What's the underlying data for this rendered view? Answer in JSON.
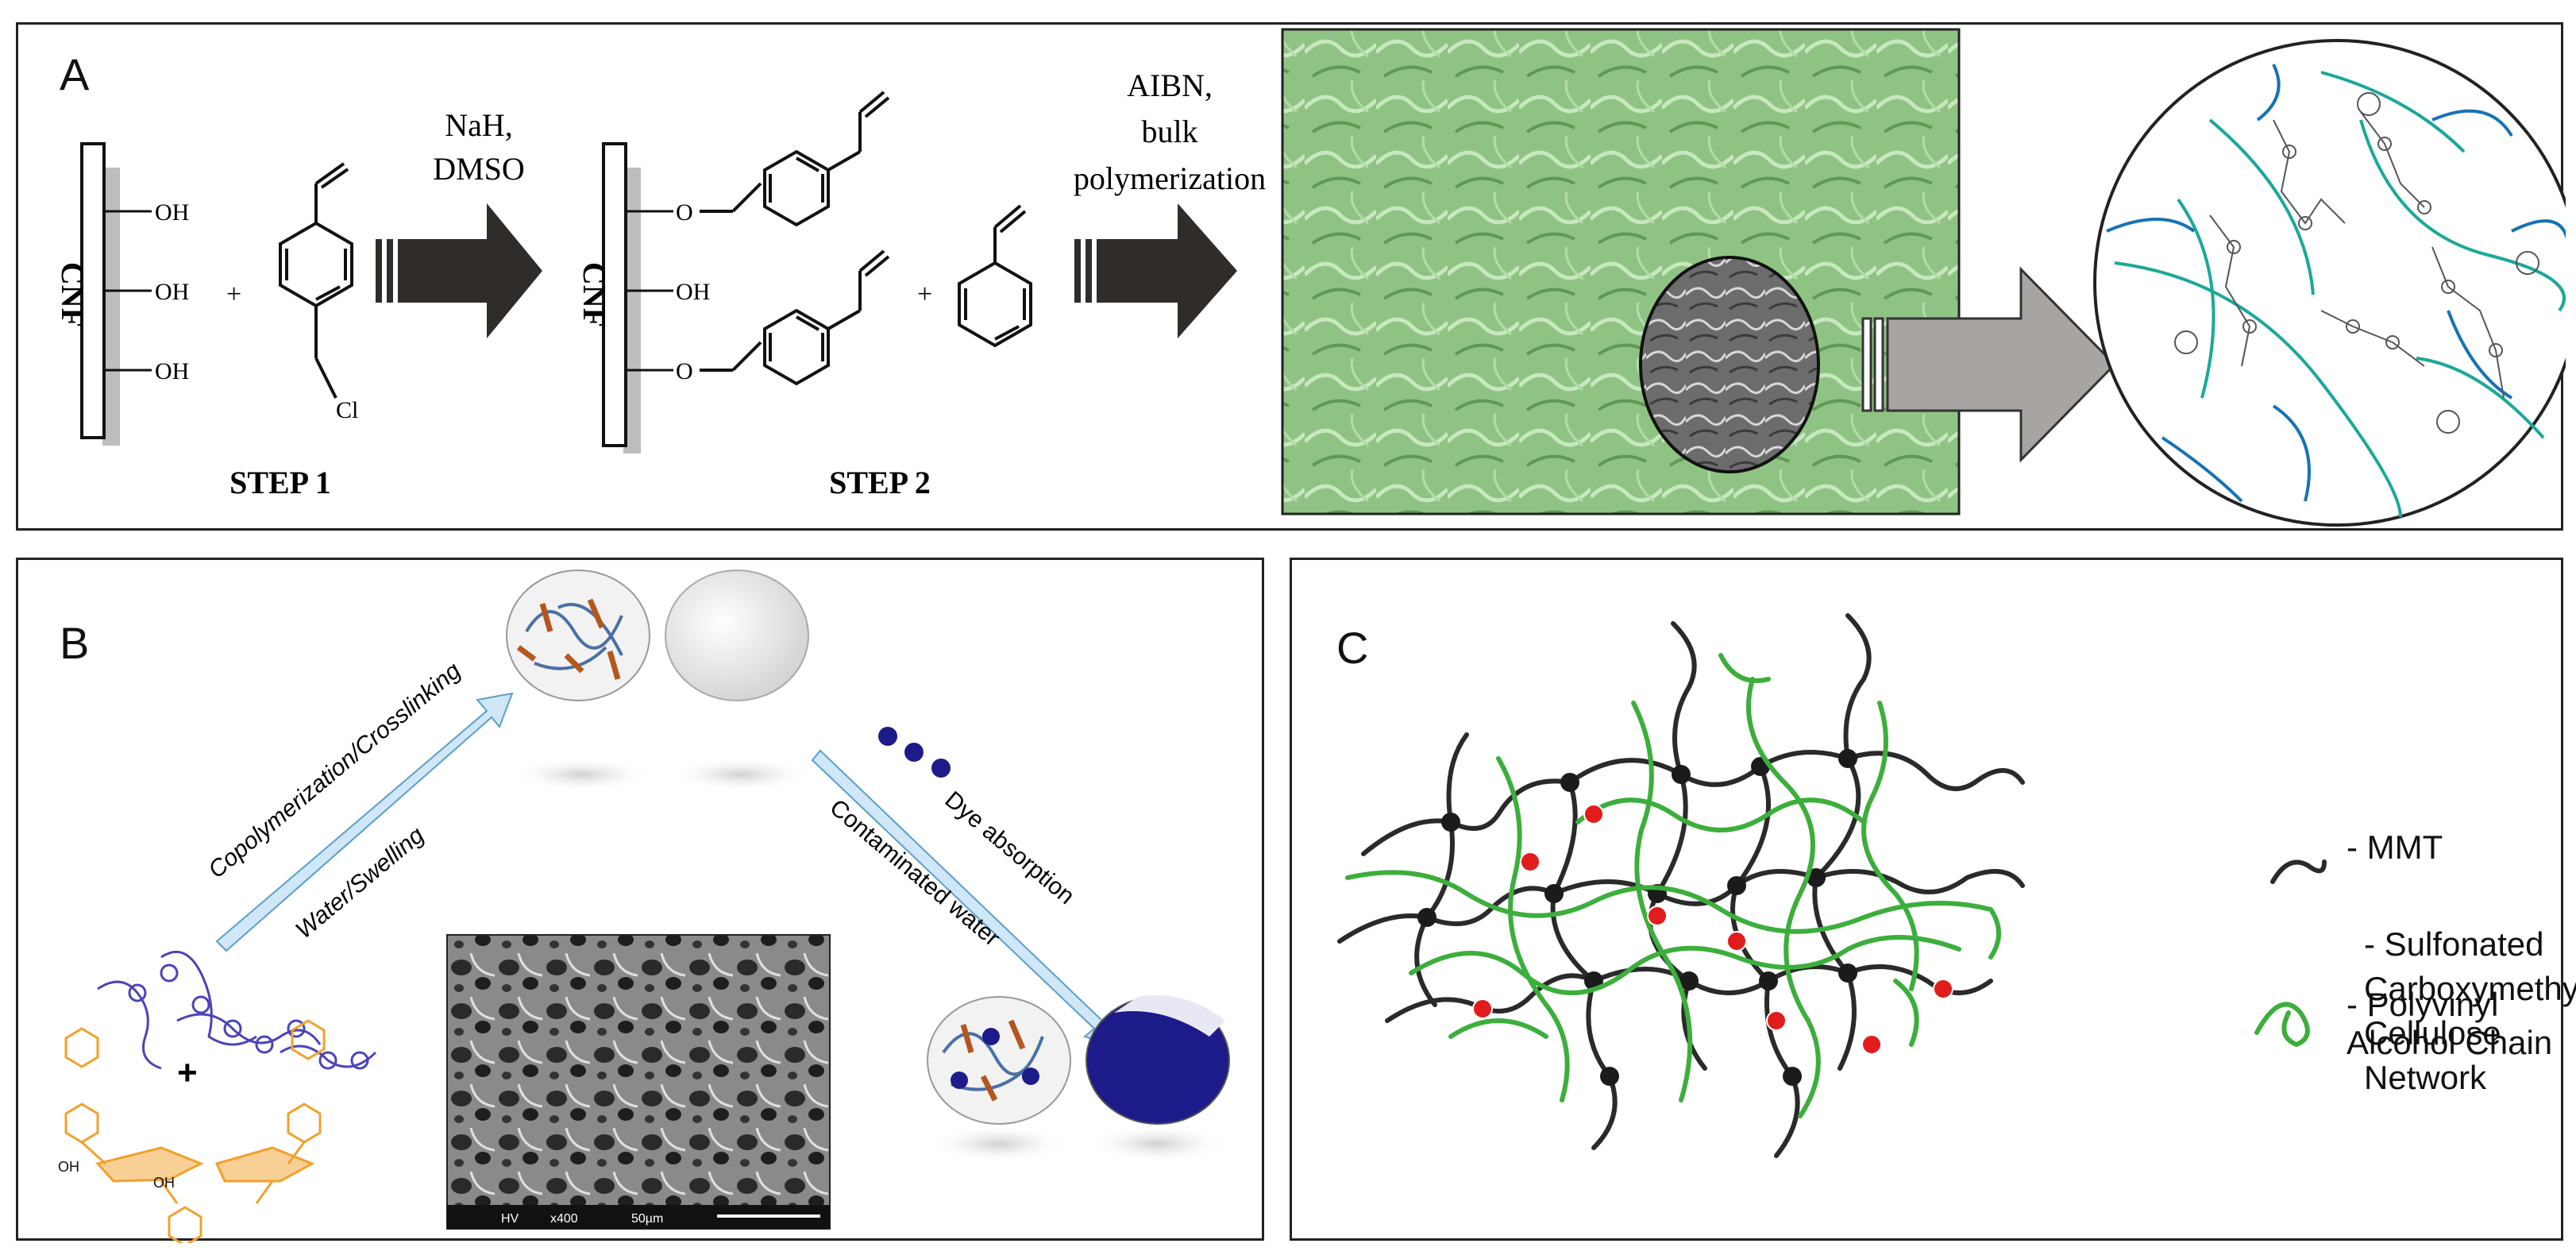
{
  "panel_a": {
    "letter": "A",
    "cnf_label": "CNF",
    "oh": "OH",
    "o": "O",
    "cl": "Cl",
    "plus": "+",
    "reagent1_line1": "NaH,",
    "reagent1_line2": "DMSO",
    "reagent2_line1": "AIBN,",
    "reagent2_line2": "bulk",
    "reagent2_line3": "polymerization",
    "step1": "STEP 1",
    "step2": "STEP 2"
  },
  "panel_b": {
    "letter": "B",
    "arrow1_top": "Copolymerization/Crosslinking",
    "arrow1_bottom": "Water/Swelling",
    "arrow2_top": "Dye absorption",
    "arrow2_bottom": "Contaminated water",
    "plus": "+",
    "oh": "OH",
    "sem_hv": "HV",
    "sem_mag": "x400",
    "sem_scale": "50µm"
  },
  "panel_c": {
    "letter": "C",
    "legend": [
      {
        "label": "- MMT"
      },
      {
        "label_line1": "- Sulfonated",
        "label_line2": "Carboxymethyl",
        "label_line3": "Cellulose Network"
      },
      {
        "label": "- Polyvinyl Alcohol Chain"
      }
    ]
  },
  "colors": {
    "green_sem": "#8fc383",
    "dark_arrow": "#2f2c2a",
    "gray_arrow": "#a8a4a1",
    "teal": "#1aa89a",
    "blue": "#1772b5",
    "light_arrow": "#cfe7f7",
    "navy_dye": "#1d1a8a",
    "orange": "#f1a12c",
    "purple": "#4b44b8",
    "pva_green": "#3cae3c",
    "mmt_red": "#e11c1c"
  }
}
